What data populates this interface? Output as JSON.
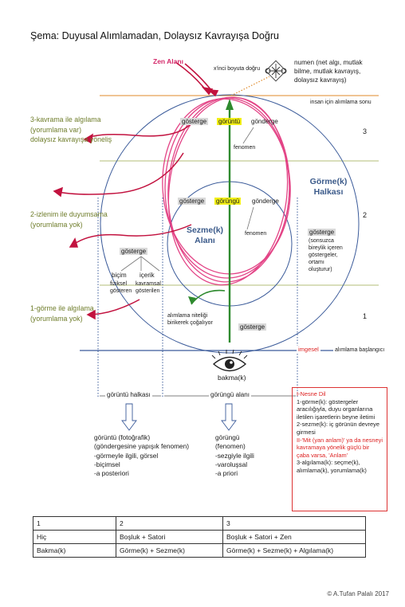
{
  "title": "Şema: Duyusal Alımlamadan, Dolaysız Kavrayışa Doğru",
  "zen_label": "Zen Alanı",
  "xinci_label": "x'inci boyuta doğru",
  "numen_label": "numen (net algı, mutlak bilme, mutlak kavrayış, dolaysız kavrayış)",
  "insan_sonu": "insan için alımlama sonu",
  "levels": {
    "l3_a": "3-kavrama ile algılama",
    "l3_b": "(yorumlama var)",
    "l3_c": "dolaysız kavrayışa yöneliş",
    "l2_a": "2-izlenim ile duyumsama",
    "l2_b": "(yorumlama yok)",
    "l1_a": "1-görme ile algılama",
    "l1_b": "(yorumlama yok)"
  },
  "level_numbers": [
    "3",
    "2",
    "1"
  ],
  "top_row": {
    "gosterge": "gösterge",
    "goruntu": "görüntü",
    "gonderge": "gönderge",
    "fenomen": "fenomen"
  },
  "mid_row": {
    "gosterge": "gösterge",
    "gorungu": "görüngü",
    "gonderge": "gönderge",
    "fenomen": "fenomen"
  },
  "gorme_halkasi": "Görme(k) Halkası",
  "sezme_alani": "Sezme(k) Alanı",
  "gosterge_side": "gösterge",
  "gosterge_side_note": "(sonsuzca bireylik içeren göstergeler, ortamı oluşturur)",
  "gosterge_left": "gösterge",
  "bicim": "biçim",
  "fiziksel": "fiziksel gösteren",
  "icerik": "içerik",
  "kavramsal": "kavramsal gösterilen",
  "alimlama_note": "alımlama niteliği birikerek çoğalıyor",
  "gosterge_bottom": "gösterge",
  "ingesel": "imgesel",
  "alimlama_baslangici": "alımlama başlangıcı",
  "bakmak": "bakma(k)",
  "goruntu_halkasi": "görüntü halkası",
  "gorungu_alani": "görüngü alanı",
  "goruntu_list": [
    "görüntü (fotoğrafik)",
    "(göndergesine yapışık fenomen)",
    "-görmeyle ilgili, görsel",
    "-biçimsel",
    "-a posteriori"
  ],
  "gorungu_list": [
    "görüngü",
    "(fenomen)",
    "-sezgiyle ilgili",
    "-varoluşsal",
    "-a priori"
  ],
  "redbox": {
    "head": "I-Nesne Dil",
    "p1": "1-görme(k): göstergeler aracılığıyla, duyu organlarına iletilen işaretlerin beyne iletimi",
    "p2": "2-sezme(k): iç görünün devreye girmesi",
    "p3": "II-'Mit (yan anlam)' ya da nesneyi kavramaya yönelik güçlü bir çaba varsa, 'Anlam'",
    "p4": "3-algılama(k): seçme(k), alımlama(k), yorumlama(k)"
  },
  "table": {
    "head": [
      "1",
      "2",
      "3"
    ],
    "rows": [
      [
        "Hiç",
        "Boşluk + Satori",
        "Boşluk + Satori + Zen"
      ],
      [
        "Bakma(k)",
        "Görme(k) + Sezme(k)",
        "Görme(k) + Sezme(k) + Algılama(k)"
      ]
    ]
  },
  "copyright": "© A.Tufan Palalı 2017",
  "colors": {
    "pink": "#e0307a",
    "crimson": "#c2123f",
    "blue": "#3b5b9a",
    "green": "#2e8a2e",
    "olive": "#6f7d2b",
    "orange": "#e08a2a"
  }
}
